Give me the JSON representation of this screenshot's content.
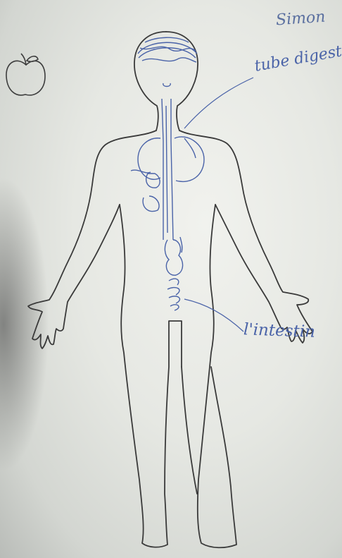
{
  "photo": {
    "student_name": "Simon",
    "labels": {
      "digestive_tube": "tube digestif",
      "intestine": "l'intestin"
    },
    "colors": {
      "pencil": "#3d3d3d",
      "ink": "#4a63a8",
      "paper": "#e6e8e3"
    },
    "icons": [
      "apple-icon"
    ]
  }
}
